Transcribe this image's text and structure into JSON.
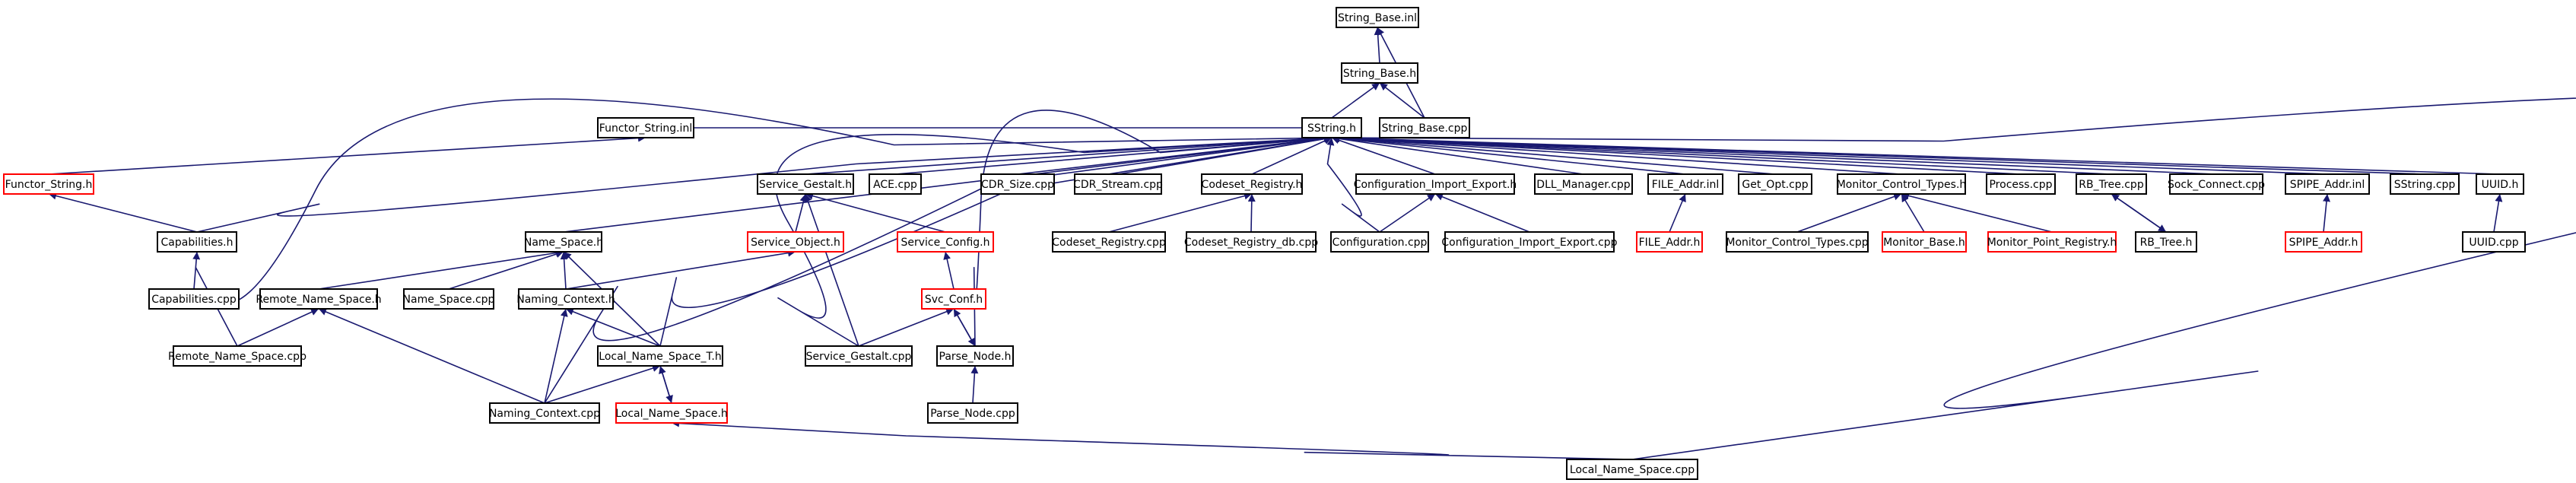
{
  "colors": {
    "edge": "#191970",
    "root_fill": "#bfbfbf",
    "normal_border": "#000000",
    "incomplete_border": "#ff0000",
    "background": "#ffffff"
  },
  "nodes": [
    {
      "id": "string_base_inl",
      "label": "String_Base.inl",
      "style": "root"
    },
    {
      "id": "string_base_h",
      "label": "String_Base.h",
      "style": "normal"
    },
    {
      "id": "functor_string_inl",
      "label": "Functor_String.inl",
      "style": "normal"
    },
    {
      "id": "sstring_h",
      "label": "SString.h",
      "style": "normal"
    },
    {
      "id": "string_base_cpp",
      "label": "String_Base.cpp",
      "style": "normal"
    },
    {
      "id": "functor_string_h",
      "label": "Functor_String.h",
      "style": "incomplete"
    },
    {
      "id": "service_gestalt_h",
      "label": "Service_Gestalt.h",
      "style": "normal"
    },
    {
      "id": "ace_cpp",
      "label": "ACE.cpp",
      "style": "normal"
    },
    {
      "id": "cdr_size_cpp",
      "label": "CDR_Size.cpp",
      "style": "normal"
    },
    {
      "id": "cdr_stream_cpp",
      "label": "CDR_Stream.cpp",
      "style": "normal"
    },
    {
      "id": "codeset_registry_h",
      "label": "Codeset_Registry.h",
      "style": "normal"
    },
    {
      "id": "config_import_export_h",
      "label": "Configuration_Import_Export.h",
      "style": "normal"
    },
    {
      "id": "dll_manager_cpp",
      "label": "DLL_Manager.cpp",
      "style": "normal"
    },
    {
      "id": "file_addr_inl",
      "label": "FILE_Addr.inl",
      "style": "normal"
    },
    {
      "id": "get_opt_cpp",
      "label": "Get_Opt.cpp",
      "style": "normal"
    },
    {
      "id": "monitor_control_types_h",
      "label": "Monitor_Control_Types.h",
      "style": "normal"
    },
    {
      "id": "process_cpp",
      "label": "Process.cpp",
      "style": "normal"
    },
    {
      "id": "rb_tree_cpp",
      "label": "RB_Tree.cpp",
      "style": "normal"
    },
    {
      "id": "sock_connect_cpp",
      "label": "Sock_Connect.cpp",
      "style": "normal"
    },
    {
      "id": "spipe_addr_inl",
      "label": "SPIPE_Addr.inl",
      "style": "normal"
    },
    {
      "id": "sstring_cpp",
      "label": "SString.cpp",
      "style": "normal"
    },
    {
      "id": "uuid_h",
      "label": "UUID.h",
      "style": "normal"
    },
    {
      "id": "capabilities_h",
      "label": "Capabilities.h",
      "style": "normal"
    },
    {
      "id": "name_space_h",
      "label": "Name_Space.h",
      "style": "normal"
    },
    {
      "id": "service_object_h",
      "label": "Service_Object.h",
      "style": "incomplete"
    },
    {
      "id": "service_config_h",
      "label": "Service_Config.h",
      "style": "incomplete"
    },
    {
      "id": "codeset_registry_cpp",
      "label": "Codeset_Registry.cpp",
      "style": "normal"
    },
    {
      "id": "codeset_registry_db_cpp",
      "label": "Codeset_Registry_db.cpp",
      "style": "normal"
    },
    {
      "id": "configuration_cpp",
      "label": "Configuration.cpp",
      "style": "normal"
    },
    {
      "id": "config_import_export_cpp",
      "label": "Configuration_Import_Export.cpp",
      "style": "normal"
    },
    {
      "id": "file_addr_h",
      "label": "FILE_Addr.h",
      "style": "incomplete"
    },
    {
      "id": "monitor_control_types_cpp",
      "label": "Monitor_Control_Types.cpp",
      "style": "normal"
    },
    {
      "id": "monitor_base_h",
      "label": "Monitor_Base.h",
      "style": "incomplete"
    },
    {
      "id": "monitor_point_registry_h",
      "label": "Monitor_Point_Registry.h",
      "style": "incomplete"
    },
    {
      "id": "rb_tree_h",
      "label": "RB_Tree.h",
      "style": "normal"
    },
    {
      "id": "spipe_addr_h",
      "label": "SPIPE_Addr.h",
      "style": "incomplete"
    },
    {
      "id": "uuid_cpp",
      "label": "UUID.cpp",
      "style": "normal"
    },
    {
      "id": "capabilities_cpp",
      "label": "Capabilities.cpp",
      "style": "normal"
    },
    {
      "id": "remote_name_space_h",
      "label": "Remote_Name_Space.h",
      "style": "normal"
    },
    {
      "id": "name_space_cpp",
      "label": "Name_Space.cpp",
      "style": "normal"
    },
    {
      "id": "naming_context_h",
      "label": "Naming_Context.h",
      "style": "normal"
    },
    {
      "id": "svc_conf_h",
      "label": "Svc_Conf.h",
      "style": "incomplete"
    },
    {
      "id": "remote_name_space_cpp",
      "label": "Remote_Name_Space.cpp",
      "style": "normal"
    },
    {
      "id": "local_name_space_t_h",
      "label": "Local_Name_Space_T.h",
      "style": "normal"
    },
    {
      "id": "service_gestalt_cpp",
      "label": "Service_Gestalt.cpp",
      "style": "normal"
    },
    {
      "id": "parse_node_h",
      "label": "Parse_Node.h",
      "style": "normal"
    },
    {
      "id": "naming_context_cpp",
      "label": "Naming_Context.cpp",
      "style": "normal"
    },
    {
      "id": "local_name_space_h",
      "label": "Local_Name_Space.h",
      "style": "incomplete"
    },
    {
      "id": "parse_node_cpp",
      "label": "Parse_Node.cpp",
      "style": "normal"
    },
    {
      "id": "local_name_space_cpp",
      "label": "Local_Name_Space.cpp",
      "style": "normal"
    }
  ],
  "edges": [
    [
      "string_base_h",
      "string_base_inl"
    ],
    [
      "string_base_cpp",
      "string_base_inl"
    ],
    [
      "functor_string_inl",
      "sstring_h"
    ],
    [
      "sstring_h",
      "string_base_h"
    ],
    [
      "string_base_cpp",
      "string_base_h"
    ],
    [
      "functor_string_h",
      "functor_string_inl"
    ],
    [
      "capabilities_h",
      "functor_string_h"
    ],
    [
      "service_gestalt_h",
      "sstring_h"
    ],
    [
      "ace_cpp",
      "sstring_h"
    ],
    [
      "cdr_size_cpp",
      "sstring_h"
    ],
    [
      "cdr_stream_cpp",
      "sstring_h"
    ],
    [
      "codeset_registry_h",
      "sstring_h"
    ],
    [
      "config_import_export_h",
      "sstring_h"
    ],
    [
      "dll_manager_cpp",
      "sstring_h"
    ],
    [
      "file_addr_inl",
      "sstring_h"
    ],
    [
      "get_opt_cpp",
      "sstring_h"
    ],
    [
      "monitor_control_types_h",
      "sstring_h"
    ],
    [
      "process_cpp",
      "sstring_h"
    ],
    [
      "rb_tree_cpp",
      "sstring_h"
    ],
    [
      "sock_connect_cpp",
      "sstring_h"
    ],
    [
      "spipe_addr_inl",
      "sstring_h"
    ],
    [
      "sstring_cpp",
      "sstring_h"
    ],
    [
      "uuid_h",
      "sstring_h"
    ],
    [
      "capabilities_h",
      "sstring_h"
    ],
    [
      "name_space_h",
      "sstring_h"
    ],
    [
      "remote_name_space_cpp",
      "sstring_h"
    ],
    [
      "local_name_space_t_h",
      "sstring_h"
    ],
    [
      "naming_context_cpp",
      "sstring_h"
    ],
    [
      "service_gestalt_cpp",
      "sstring_h"
    ],
    [
      "parse_node_h",
      "sstring_h"
    ],
    [
      "configuration_cpp",
      "sstring_h"
    ],
    [
      "local_name_space_cpp",
      "sstring_h"
    ],
    [
      "service_object_h",
      "service_gestalt_h"
    ],
    [
      "service_config_h",
      "service_gestalt_h"
    ],
    [
      "service_gestalt_cpp",
      "service_gestalt_h"
    ],
    [
      "codeset_registry_cpp",
      "codeset_registry_h"
    ],
    [
      "codeset_registry_db_cpp",
      "codeset_registry_h"
    ],
    [
      "configuration_cpp",
      "config_import_export_h"
    ],
    [
      "config_import_export_cpp",
      "config_import_export_h"
    ],
    [
      "file_addr_h",
      "file_addr_inl"
    ],
    [
      "monitor_control_types_cpp",
      "monitor_control_types_h"
    ],
    [
      "monitor_base_h",
      "monitor_control_types_h"
    ],
    [
      "monitor_point_registry_h",
      "monitor_control_types_h"
    ],
    [
      "rb_tree_h",
      "rb_tree_cpp"
    ],
    [
      "rb_tree_cpp",
      "rb_tree_h"
    ],
    [
      "spipe_addr_h",
      "spipe_addr_inl"
    ],
    [
      "uuid_cpp",
      "uuid_h"
    ],
    [
      "capabilities_cpp",
      "capabilities_h"
    ],
    [
      "remote_name_space_h",
      "name_space_h"
    ],
    [
      "name_space_cpp",
      "name_space_h"
    ],
    [
      "naming_context_h",
      "name_space_h"
    ],
    [
      "local_name_space_t_h",
      "name_space_h"
    ],
    [
      "naming_context_h",
      "service_object_h"
    ],
    [
      "svc_conf_h",
      "service_config_h"
    ],
    [
      "remote_name_space_cpp",
      "remote_name_space_h"
    ],
    [
      "naming_context_cpp",
      "remote_name_space_h"
    ],
    [
      "local_name_space_t_h",
      "naming_context_h"
    ],
    [
      "naming_context_cpp",
      "naming_context_h"
    ],
    [
      "service_gestalt_cpp",
      "svc_conf_h"
    ],
    [
      "parse_node_h",
      "svc_conf_h"
    ],
    [
      "svc_conf_h",
      "parse_node_h"
    ],
    [
      "naming_context_cpp",
      "local_name_space_t_h"
    ],
    [
      "local_name_space_h",
      "local_name_space_t_h"
    ],
    [
      "local_name_space_t_h",
      "local_name_space_h"
    ],
    [
      "parse_node_cpp",
      "parse_node_h"
    ],
    [
      "local_name_space_cpp",
      "local_name_space_h"
    ]
  ]
}
